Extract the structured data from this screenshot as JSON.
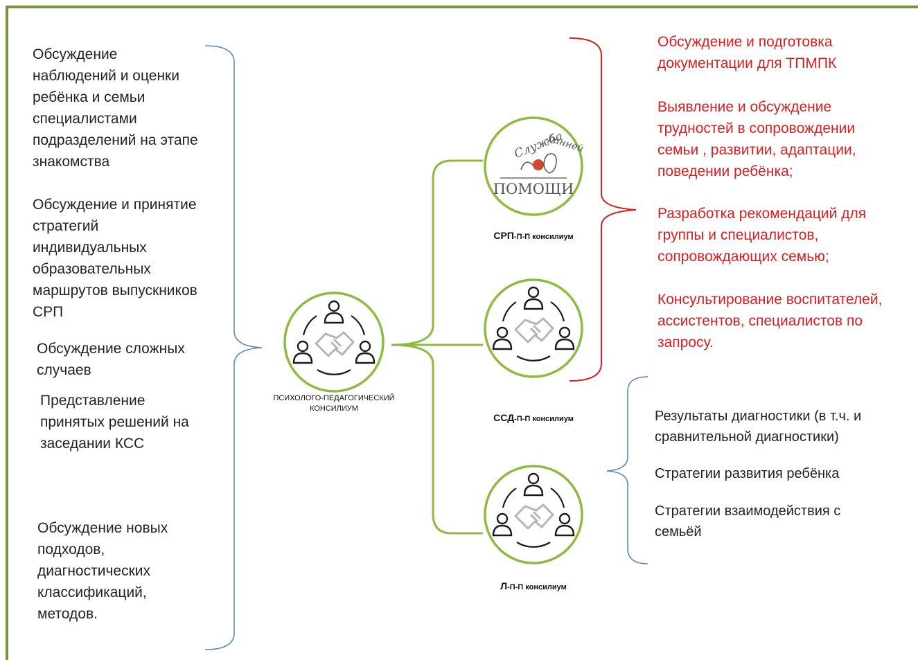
{
  "left_items": [
    "Обсуждение\nнаблюдений и оценки\nребёнка и семьи\nспециалистами\nподразделений на этапе\nзнакомства",
    "Обсуждение и принятие\nстратегий\nиндивидуальных\nобразовательных\nмаршрутов выпускников\nСРП",
    "Обсуждение сложных\nслучаев",
    "Представление\nпринятых решений на\nзаседании КСС",
    "Обсуждение новых\nподходов,\nдиагностических\nклассификаций,\nметодов."
  ],
  "center": {
    "caption": "ПСИХОЛОГО-ПЕДАГОГИЧЕСКИЙ\nКОНСИЛИУМ"
  },
  "nodes": [
    {
      "caption_bold": "СРП",
      "caption_small": "-П-П консилиум"
    },
    {
      "caption_bold": "ССД",
      "caption_small": "-П-П консилиум"
    },
    {
      "caption_bold": "Л",
      "caption_small": "-П-П консилиум"
    }
  ],
  "logo": {
    "script_left": "Служба",
    "script_right": "ранней",
    "word": "ПОМОЩИ"
  },
  "red_items": [
    "Обсуждение и подготовка\nдокументации для ТПМПК",
    "Выявление и обсуждение\nтрудностей в сопровождении\nсемьи , развитии, адаптации,\nповедении ребёнка;",
    "Разработка рекомендаций для\nгруппы и специалистов,\nсопровождающих семью;",
    "Консультирование воспитателей,\nассистентов, специалистов по\nзапросу."
  ],
  "right_items": [
    "Результаты диагностики (в т.ч. и\nсравнительной диагностики)",
    "Стратегии развития ребёнка",
    "Стратегии взаимодействия с\nсемьёй"
  ],
  "colors": {
    "frame": "#77933c",
    "green_line": "#8dbb3f",
    "circle": "#8dbb3f",
    "red": "#d81e1e",
    "blue_brace": "#5b87c6",
    "handshake": "#b5b5b5",
    "icon": "#1a1a1a"
  },
  "icons": [
    "people-handshake-icon",
    "service-logo-icon"
  ]
}
